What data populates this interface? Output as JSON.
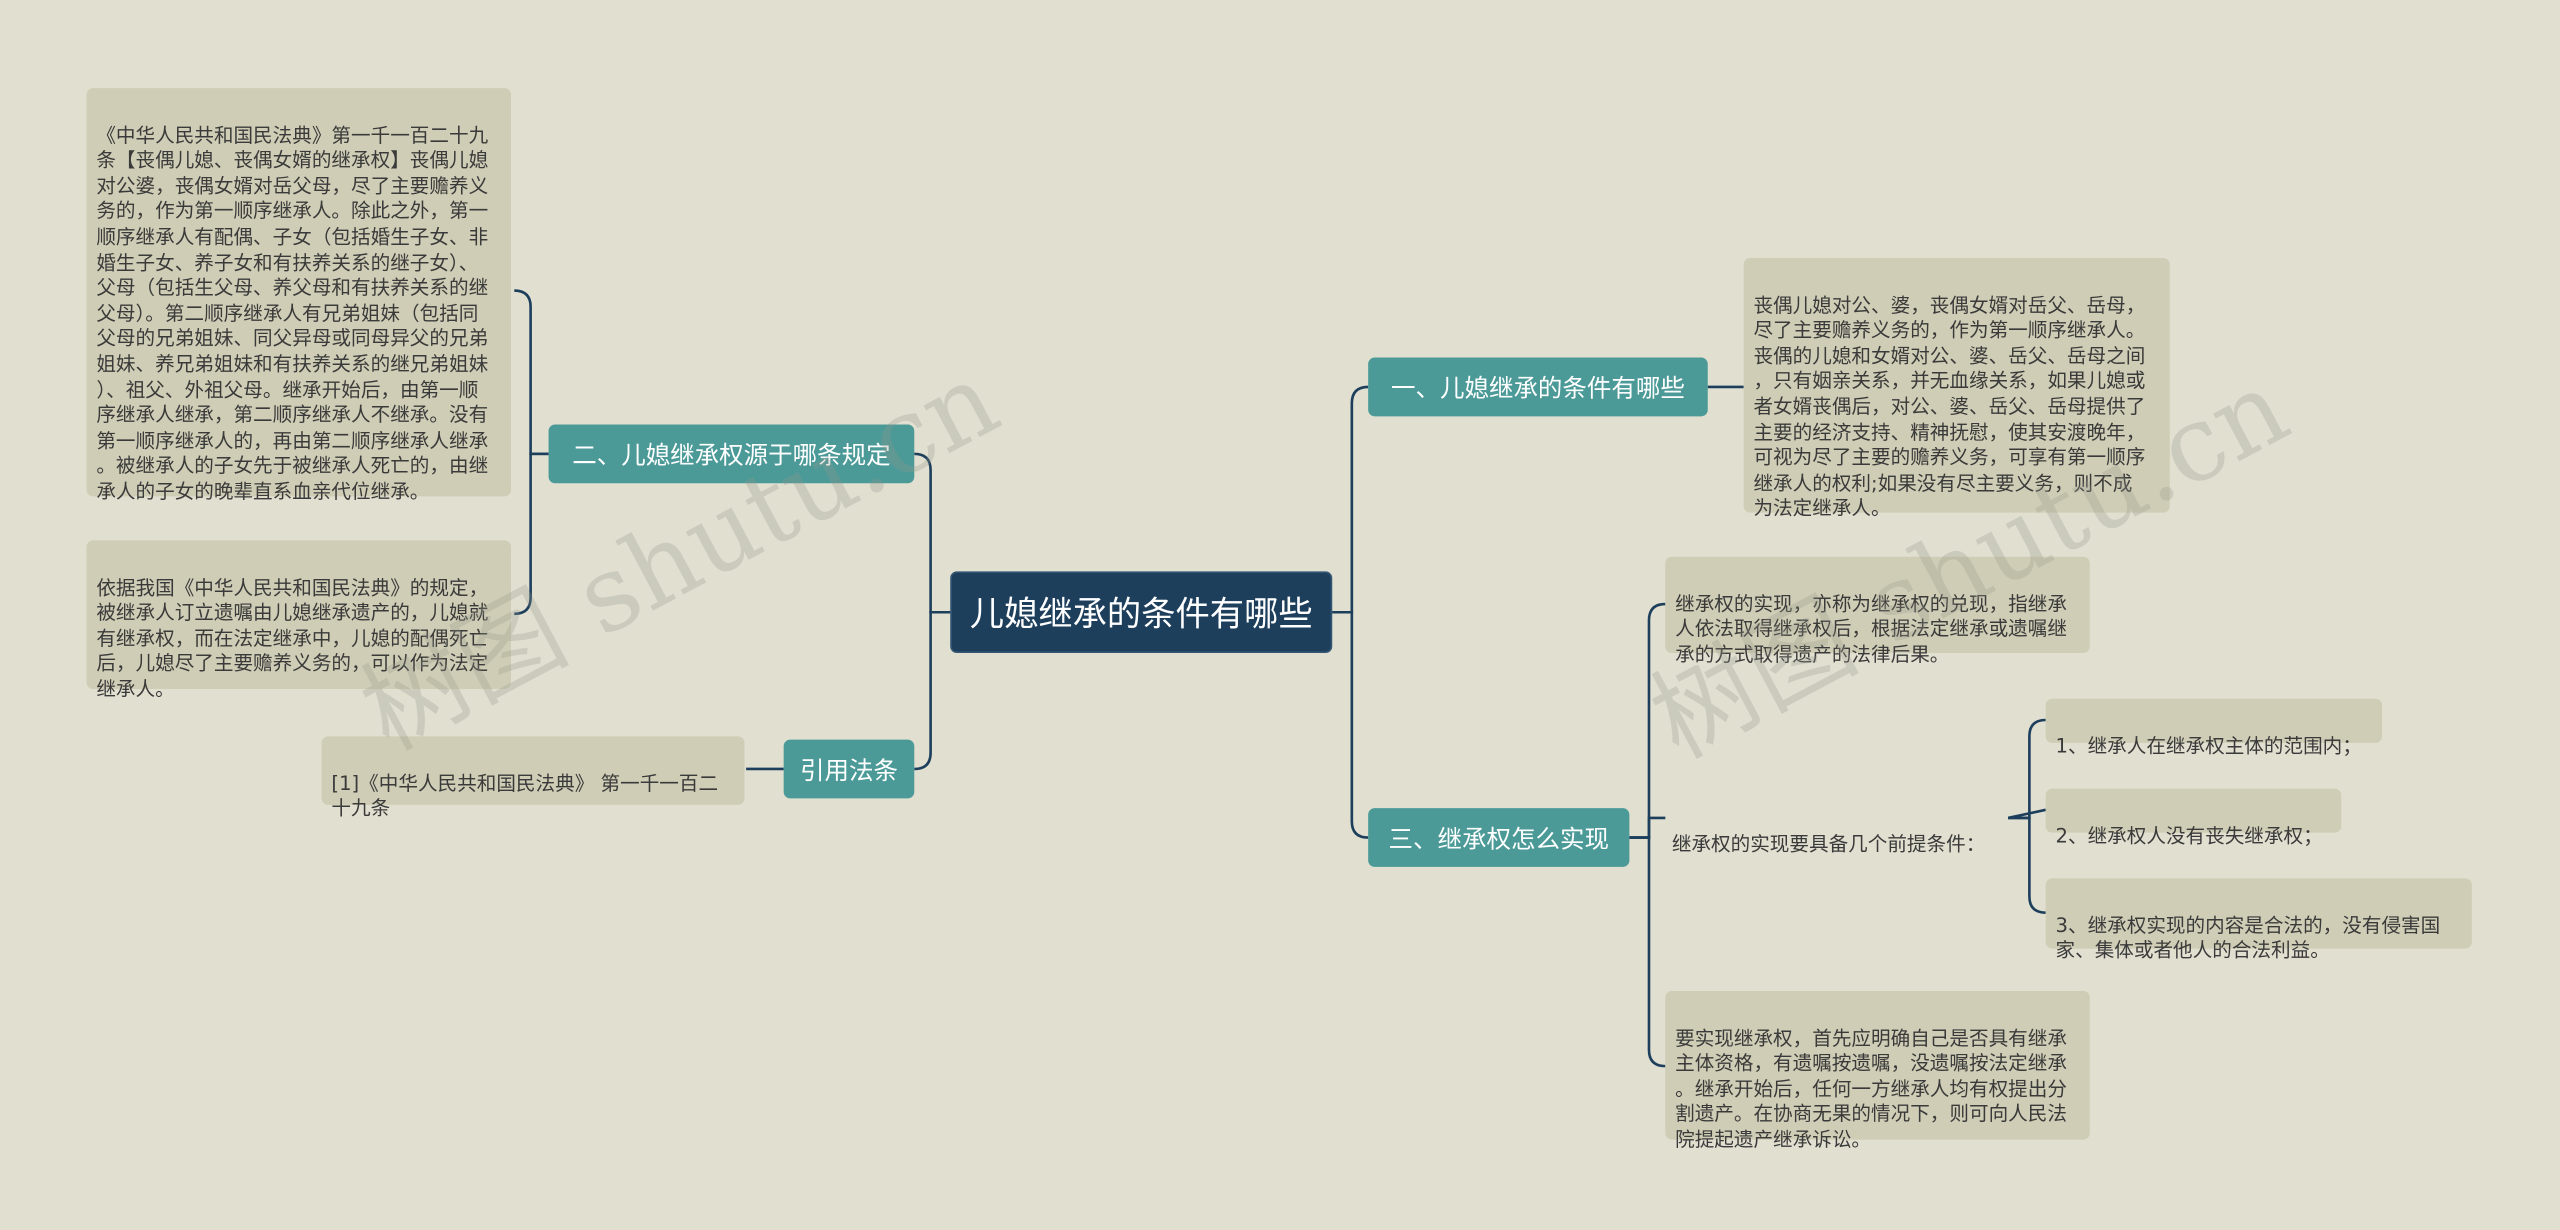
{
  "root": {
    "title": "儿媳继承的条件有哪些"
  },
  "branches": {
    "b1": "一、儿媳继承的条件有哪些",
    "b2": "二、儿媳继承权源于哪条规定",
    "b3": "三、继承权怎么实现",
    "b4": "引用法条"
  },
  "leaves": {
    "b1_leaf": "丧偶儿媳对公、婆，丧偶女婿对岳父、岳母，\n尽了主要赡养义务的，作为第一顺序继承人。\n丧偶的儿媳和女婿对公、婆、岳父、岳母之间\n，只有姻亲关系，并无血缘关系，如果儿媳或\n者女婿丧偶后，对公、婆、岳父、岳母提供了\n主要的经济支持、精神抚慰，使其安渡晚年，\n可视为尽了主要的赡养义务，可享有第一顺序\n继承人的权利;如果没有尽主要义务，则不成\n为法定继承人。",
    "b2_leaf1": "《中华人民共和国民法典》第一千一百二十九\n条【丧偶儿媳、丧偶女婿的继承权】丧偶儿媳\n对公婆，丧偶女婿对岳父母，尽了主要赡养义\n务的，作为第一顺序继承人。除此之外，第一\n顺序继承人有配偶、子女（包括婚生子女、非\n婚生子女、养子女和有扶养关系的继子女）、\n父母（包括生父母、养父母和有扶养关系的继\n父母）。第二顺序继承人有兄弟姐妹（包括同\n父母的兄弟姐妹、同父异母或同母异父的兄弟\n姐妹、养兄弟姐妹和有扶养关系的继兄弟姐妹\n）、祖父、外祖父母。继承开始后，由第一顺\n序继承人继承，第二顺序继承人不继承。没有\n第一顺序继承人的，再由第二顺序继承人继承\n。被继承人的子女先于被继承人死亡的，由继\n承人的子女的晚辈直系血亲代位继承。",
    "b2_leaf2": "依据我国《中华人民共和国民法典》的规定，\n被继承人订立遗嘱由儿媳继承遗产的，儿媳就\n有继承权，而在法定继承中，儿媳的配偶死亡\n后，儿媳尽了主要赡养义务的，可以作为法定\n继承人。",
    "b3_leaf1": "继承权的实现，亦称为继承权的兑现，指继承\n人依法取得继承权后，根据法定继承或遗嘱继\n承的方式取得遗产的法律后果。",
    "b3_leaf2": "继承权的实现要具备几个前提条件：",
    "b3_sub1": "1、继承人在继承权主体的范围内；",
    "b3_sub2": "2、继承权人没有丧失继承权；",
    "b3_sub3": "3、继承权实现的内容是合法的，没有侵害国\n家、集体或者他人的合法利益。",
    "b3_leaf3": "要实现继承权，首先应明确自己是否具有继承\n主体资格，有遗嘱按遗嘱，没遗嘱按法定继承\n。继承开始后，任何一方继承人均有权提出分\n割遗产。在协商无果的情况下，则可向人民法\n院提起遗产继承诉讼。",
    "b4_leaf": "[1]《中华人民共和国民法典》 第一千一百二\n十九条"
  },
  "watermark": {
    "text": "树图 shutu.cn"
  },
  "colors": {
    "background": "#e0dfd0",
    "root": "#1d3f5c",
    "branch": "#4b9a98",
    "leaf": "#cfcdb5",
    "line": "#1d3f5c"
  }
}
